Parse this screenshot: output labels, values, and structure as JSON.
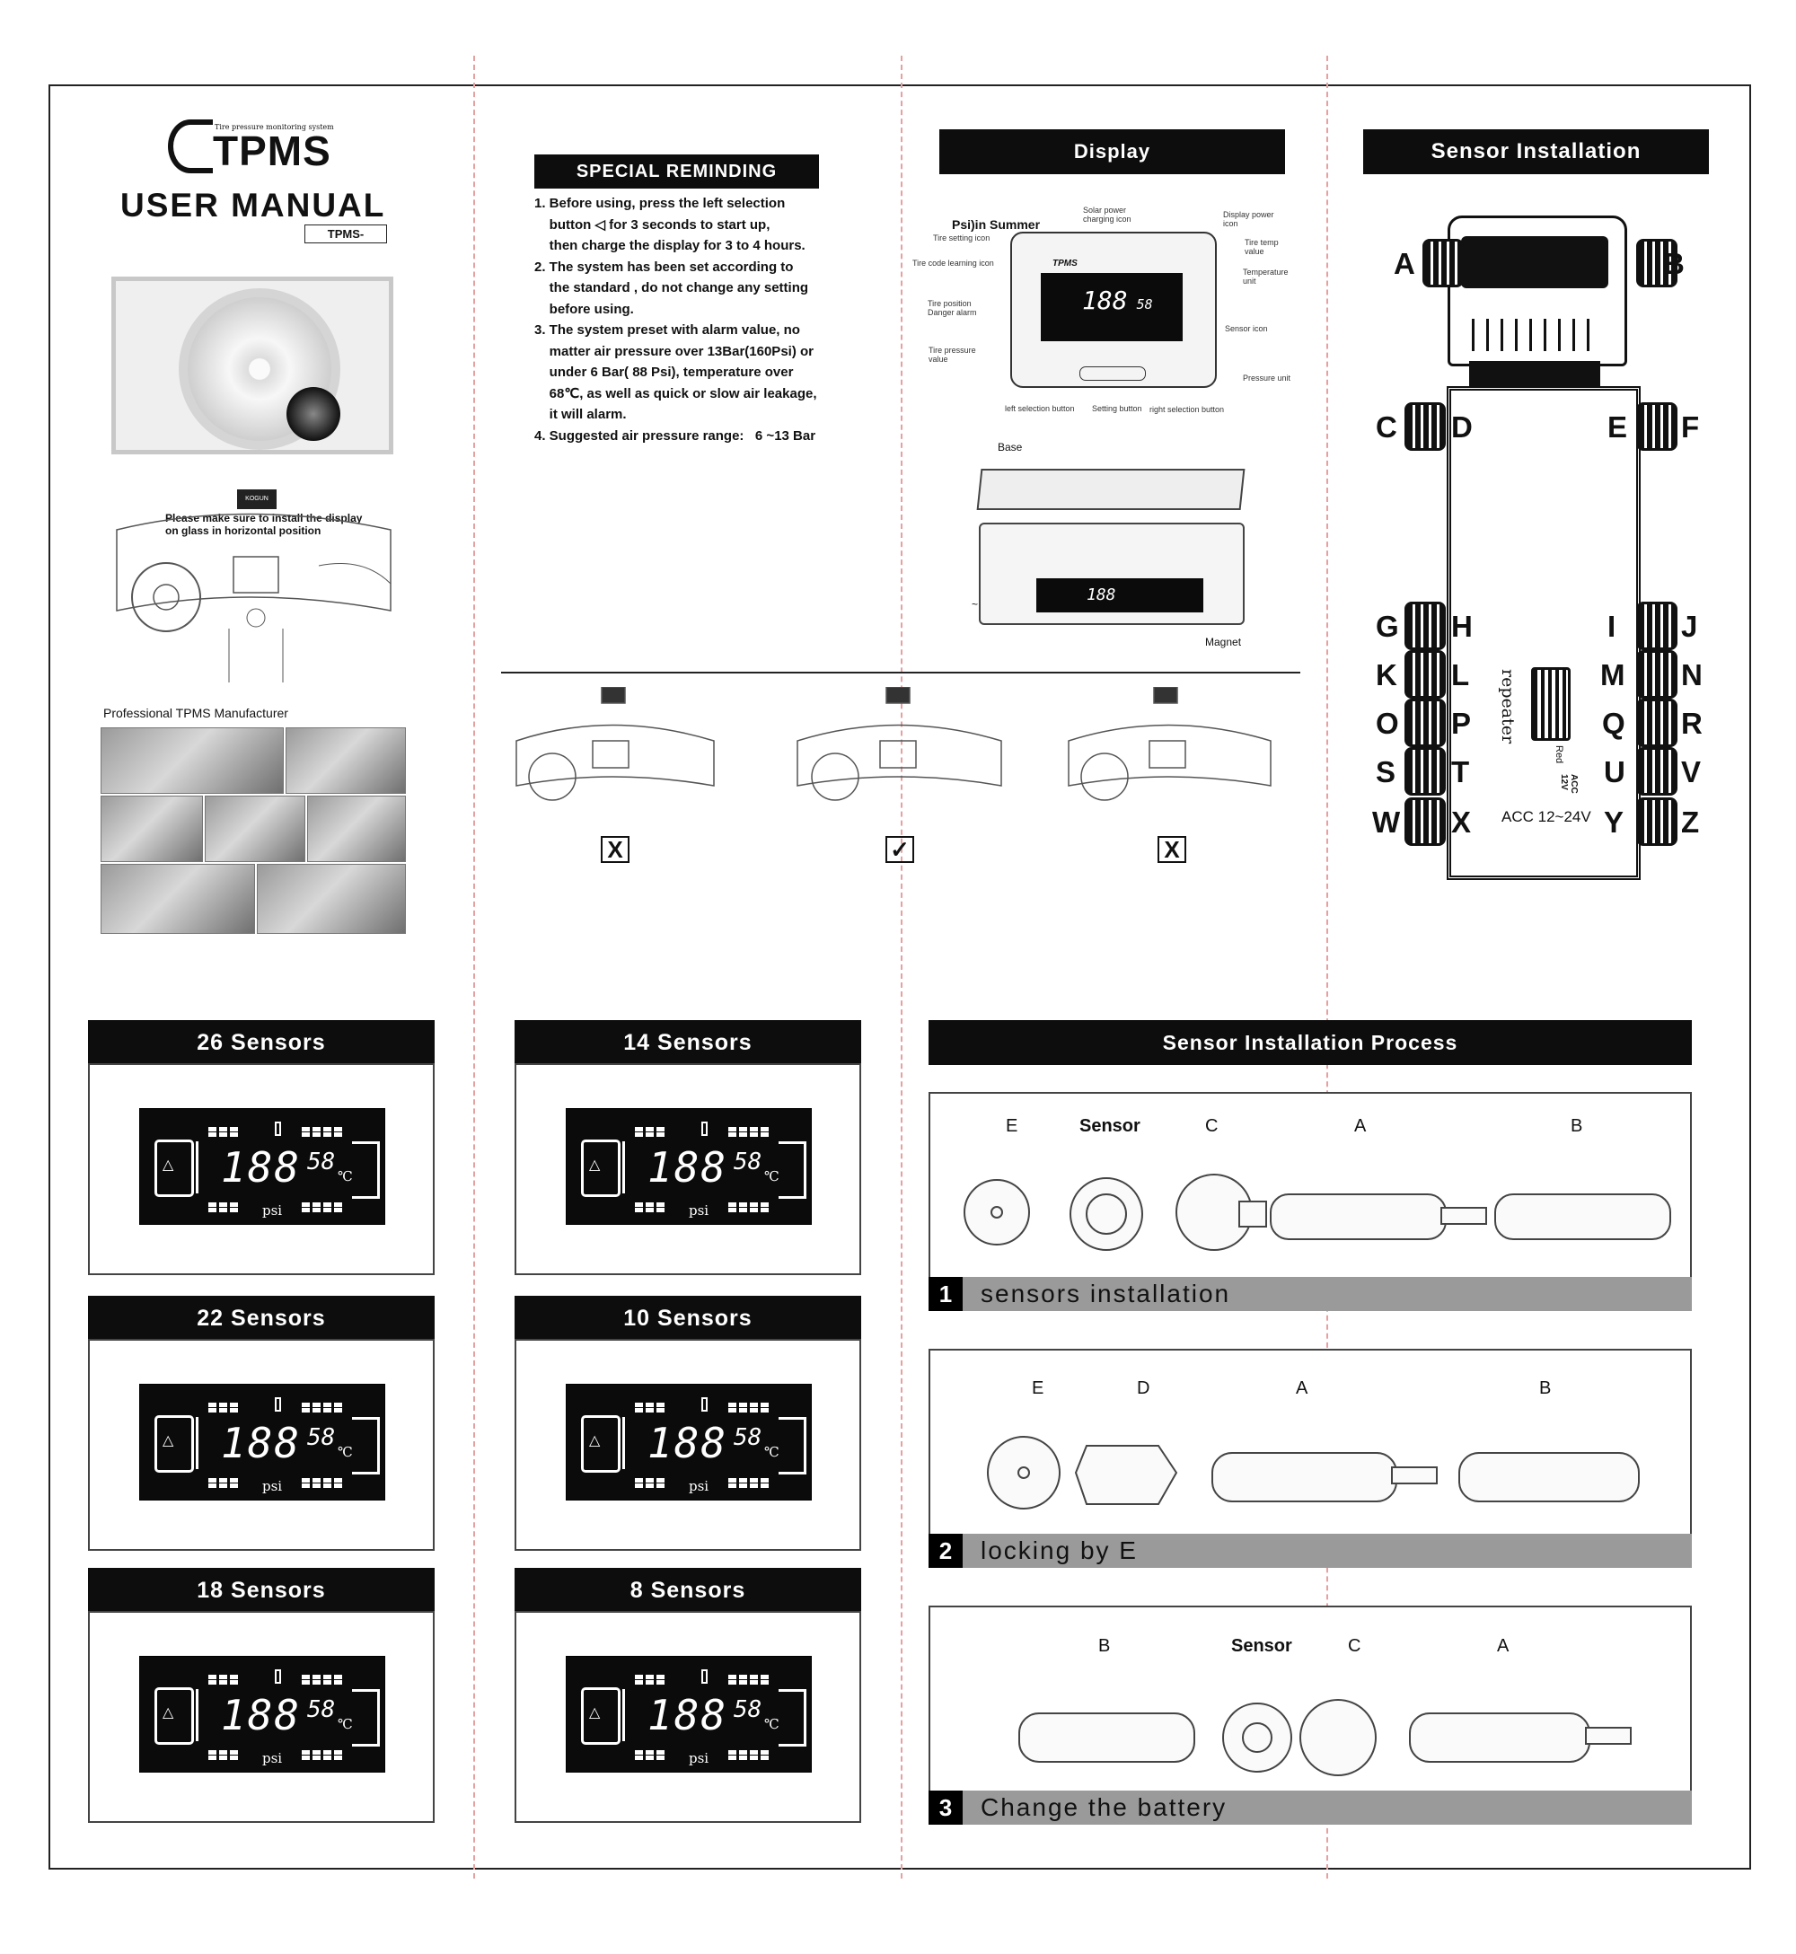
{
  "cover": {
    "logo_tagline": "Tire pressure monitoring system",
    "logo_text": "TPMS",
    "title": "USER MANUAL",
    "model": "TPMS-",
    "install_note": "Please make sure to install the display\non glass in horizontal position",
    "lcd_mini": "KOGUN",
    "manufacturer_caption": "Professional TPMS Manufacturer"
  },
  "reminding": {
    "heading": "SPECIAL REMINDING",
    "lines": [
      "1. Before using, press the left selection",
      "    button ◁ for 3 seconds to start up,",
      "    then charge the display for 3 to 4 hours.",
      "2. The system has been set according to",
      "    the standard , do not change any setting",
      "    before using.",
      "3. The system preset with alarm value, no",
      "    matter air pressure over 13Bar(160Psi) or",
      "    under 6 Bar( 88 Psi), temperature over",
      "    68℃, as well as quick or slow air leakage,",
      "    it will alarm.",
      "4. Suggested air pressure range:   6 ~13 Bar"
    ],
    "checks": [
      "X",
      "✓",
      "X"
    ]
  },
  "display": {
    "heading": "Display",
    "psi_note": "Psi)in Summer",
    "labels": {
      "solar": "Solar power\ncharging icon",
      "display_power": "Display power\nicon",
      "tire_setting": "Tire setting icon",
      "tire_code": "Tire code learning icon",
      "tire_temp": "Tire temp\nvalue",
      "temp_unit": "Temperature\nunit",
      "tire_position": "Tire position\nDanger alarm",
      "sensor_icon": "Sensor    icon",
      "tire_pressure": "Tire pressure\nvalue",
      "pressure_unit": "Pressure unit",
      "left_btn": "left selection button",
      "setting_btn": "Setting button",
      "right_btn": "right selection button"
    },
    "logo": "TPMS",
    "base_label": "Base",
    "magnet_label": "Magnet",
    "tilde": "~"
  },
  "sensor_install": {
    "heading": "Sensor Installation",
    "left_labels": [
      "A",
      "C",
      "G",
      "K",
      "O",
      "S",
      "W"
    ],
    "inner_left": [
      "D",
      "H",
      "L",
      "P",
      "T",
      "X"
    ],
    "inner_right": [
      "E",
      "I",
      "M",
      "Q",
      "U",
      "Y"
    ],
    "right_labels": [
      "B",
      "F",
      "J",
      "N",
      "R",
      "V",
      "Z"
    ],
    "repeater": "repeater",
    "red": "Red",
    "acc12": "ACC\n12V",
    "acc_range": "ACC 12~24V"
  },
  "lcd": {
    "pressure": "188",
    "temp": "58",
    "temp_unit": "℃",
    "unit": "psi"
  },
  "sensor_panels": [
    {
      "title": "26 Sensors"
    },
    {
      "title": "14 Sensors"
    },
    {
      "title": "22 Sensors"
    },
    {
      "title": "10 Sensors"
    },
    {
      "title": "18 Sensors"
    },
    {
      "title": "8 Sensors"
    }
  ],
  "process": {
    "heading": "Sensor Installation Process",
    "step1": {
      "num": "1",
      "text": "sensors installation",
      "labels": [
        "E",
        "Sensor",
        "C",
        "A",
        "B"
      ]
    },
    "step2": {
      "num": "2",
      "text": "locking by E",
      "labels": [
        "E",
        "D",
        "A",
        "B"
      ]
    },
    "step3": {
      "num": "3",
      "text": "Change the battery",
      "labels": [
        "B",
        "Sensor",
        "C",
        "A"
      ]
    }
  }
}
